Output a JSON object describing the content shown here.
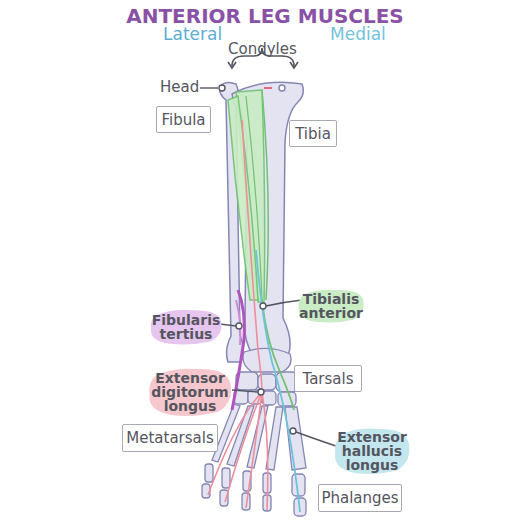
{
  "diagram": {
    "title": "ANTERIOR LEG MUSCLES",
    "nodes": [
      {
        "text": [
          "Fibula"
        ]
      },
      {
        "text": [
          "Tibia"
        ]
      },
      {
        "text": [
          "Tibialis anterior"
        ]
      },
      {
        "text": [
          "Fibularis tertius"
        ]
      },
      {
        "text": [
          "Tarsals"
        ]
      },
      {
        "text": [
          "Extensor digitorum longus"
        ]
      },
      {
        "text": [
          "Metatarsals"
        ]
      },
      {
        "text": [
          "Extensor hallucis longus"
        ]
      },
      {
        "text": [
          "Phalanges"
        ]
      }
    ],
    "labels": [
      "Lateral",
      "Condyles",
      "Medial",
      "Head"
    ]
  }
}
